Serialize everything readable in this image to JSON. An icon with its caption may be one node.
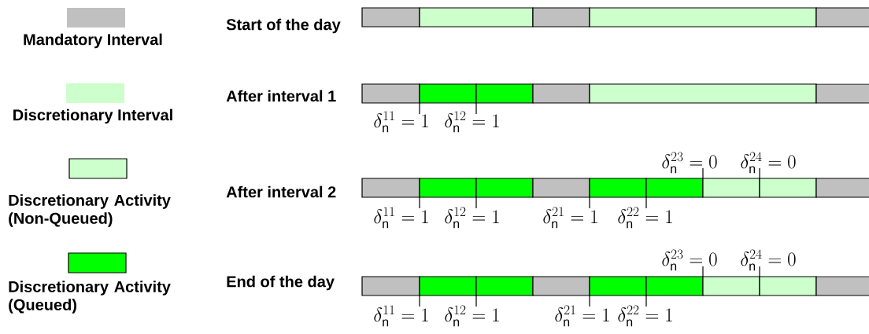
{
  "diagram": {
    "labels": [
      "Start of the day",
      "After interval 1",
      "\\delta_{\\mathrm{n}}^{11}=1",
      "\\delta_{\\mathrm{n}}^{12}=1",
      "\\delta_{\\mathrm{n}}^{23}=0",
      "\\delta_{\\mathrm{n}}^{24}=0",
      "After interval 2",
      "\\delta_{\\mathrm{n}}^{11}=1",
      "\\delta_{\\mathrm{n}}^{12}=1",
      "\\delta_{\\mathrm{n}}^{21}=1",
      "\\delta_{\\mathrm{n}}^{22}=1",
      "\\delta_{\\mathrm{n}}^{23}=0",
      "\\delta_{\\mathrm{n}}^{24}=0",
      "End of the day",
      "\\delta_{\\mathrm{n}}^{11}=1",
      "\\delta_{\\mathrm{n}}^{12}=1",
      "\\delta_{\\mathrm{n}}^{21}=1",
      "\\delta_{\\mathrm{n}}^{22}=1"
    ],
    "legend": [
      {
        "text": "Mandatory Interval",
        "color": "#c0c0c0"
      },
      {
        "text": "Discretionary Interval",
        "color": "#ccffcc"
      },
      {
        "text": "Discretionary Activity (Non-Queued)",
        "color": "#ccffcc"
      },
      {
        "text": "Discretionary Activity (Queued)",
        "color": "#00ff00"
      }
    ]
  }
}
